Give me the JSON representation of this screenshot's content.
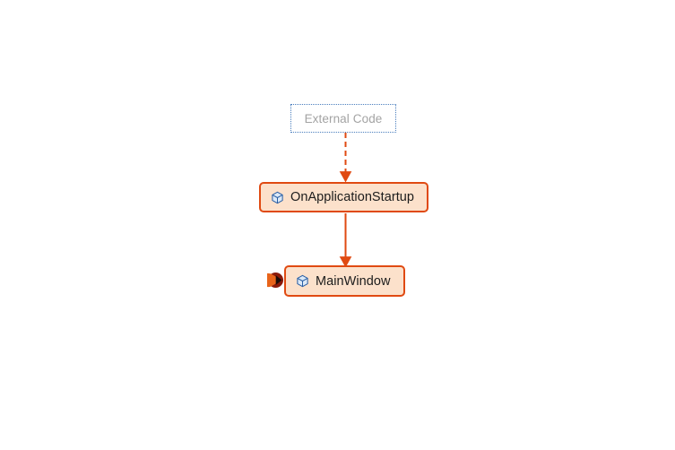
{
  "diagram": {
    "type": "call-stack-graph",
    "background_color": "#ffffff",
    "nodes": [
      {
        "id": "external-code",
        "label": "External Code",
        "kind": "stub",
        "border_color": "#4b7fbe",
        "border_style": "dotted",
        "fill_color": "transparent",
        "text_color": "#a3a3a3",
        "icon": null
      },
      {
        "id": "on-application-startup",
        "label": "OnApplicationStartup",
        "kind": "method",
        "border_color": "#e04a12",
        "border_style": "solid",
        "fill_color": "#fce1cb",
        "text_color": "#1c1c1c",
        "icon": "cube-icon"
      },
      {
        "id": "main-window",
        "label": "MainWindow",
        "kind": "method",
        "border_color": "#e04a12",
        "border_style": "solid",
        "fill_color": "#fce1cb",
        "text_color": "#1c1c1c",
        "icon": "cube-icon",
        "marker": "entry-point-marker"
      }
    ],
    "edges": [
      {
        "id": "edge-external-to-startup",
        "from": "external-code",
        "to": "on-application-startup",
        "style": "dashed",
        "color": "#e04a12",
        "arrowhead": "filled-triangle"
      },
      {
        "id": "edge-startup-to-mainwindow",
        "from": "on-application-startup",
        "to": "main-window",
        "style": "solid",
        "color": "#e04a12",
        "arrowhead": "filled-triangle"
      }
    ],
    "colors": {
      "accent": "#e04a12",
      "node_fill": "#fce1cb",
      "stub_border": "#4b7fbe",
      "stub_text": "#a3a3a3",
      "icon_stroke": "#2a5fa5",
      "icon_fill": "#dce9f7",
      "marker_outer": "#8a1a0a",
      "marker_inner": "#e8641a"
    }
  }
}
